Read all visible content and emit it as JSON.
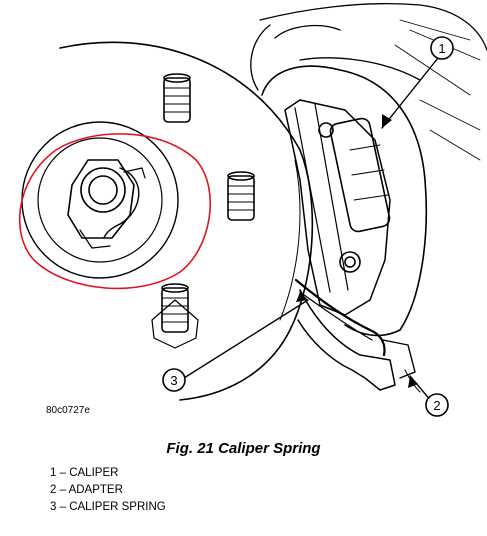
{
  "figure_id": "80c0727e",
  "caption": "Fig. 21 Caliper Spring",
  "callouts": [
    "1",
    "2",
    "3"
  ],
  "legend": [
    {
      "num": "1",
      "label": "CALIPER"
    },
    {
      "num": "2",
      "label": "ADAPTER"
    },
    {
      "num": "3",
      "label": "CALIPER SPRING"
    }
  ],
  "highlight_color": "#e0141e"
}
